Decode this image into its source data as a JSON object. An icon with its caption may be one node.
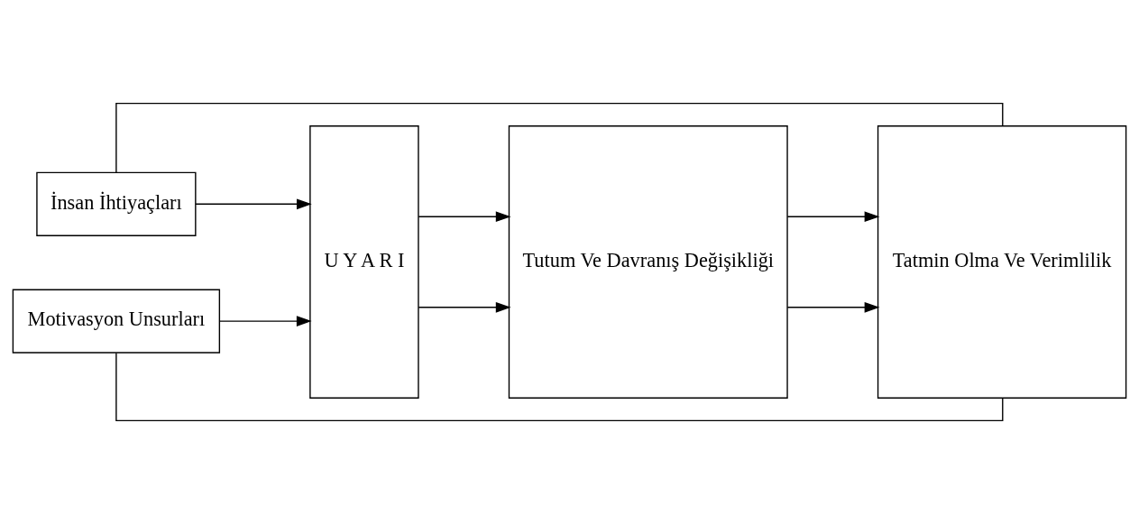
{
  "diagram": {
    "nodes": [
      {
        "text": [
          "İnsan İhtiyaçları"
        ]
      },
      {
        "text": [
          "Motivasyon Unsurları"
        ]
      },
      {
        "text": [
          "U Y A R I"
        ]
      },
      {
        "text": [
          "Tutum Ve Davranış Değişikliği"
        ]
      },
      {
        "text": [
          "Tatmin Olma Ve Verimlilik"
        ]
      }
    ],
    "edges": [
      {
        "from": 0,
        "to": 2,
        "arrow": "to"
      },
      {
        "from": 1,
        "to": 2,
        "arrow": "to"
      },
      {
        "from": 2,
        "to": 3,
        "arrow": "to"
      },
      {
        "from": 2,
        "to": 3,
        "arrow": "to"
      },
      {
        "from": 3,
        "to": 4,
        "arrow": "to"
      },
      {
        "from": 3,
        "to": 4,
        "arrow": "to"
      },
      {
        "from": 4,
        "to": 0,
        "arrow": "none"
      },
      {
        "from": 4,
        "to": 1,
        "arrow": "none"
      }
    ]
  }
}
